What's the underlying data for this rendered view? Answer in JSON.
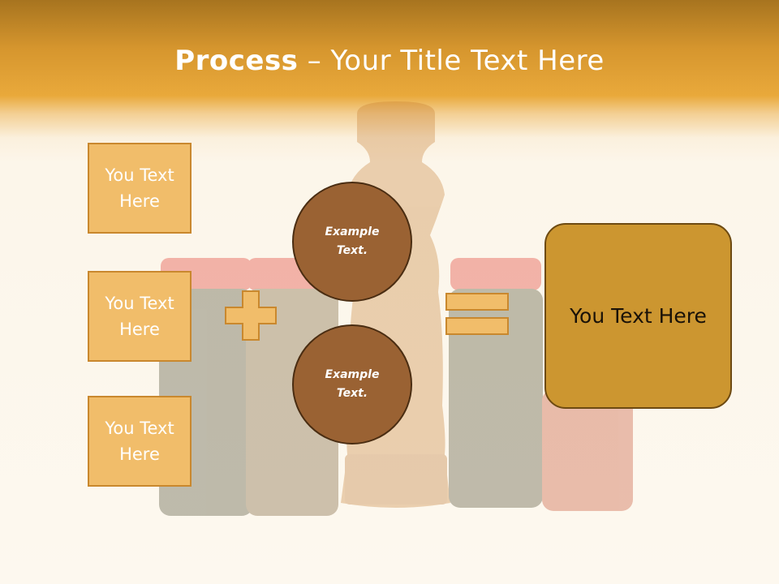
{
  "slide": {
    "title_bold": "Process",
    "title_rest": " – Your Title Text Here",
    "left_boxes": [
      "You Text\nHere",
      "You Text\nHere",
      "You Text\nHere"
    ],
    "circles": [
      "Example\nText.",
      "Example\nText."
    ],
    "result_text": "You Text Here"
  },
  "colors": {
    "header": "#e9a93b",
    "box_fill": "#f1bd6a",
    "circle_fill": "#9a6233",
    "result_fill": "#cc9630"
  },
  "icons": {
    "plus": "plus-sign-icon",
    "equals": "equals-sign-icon"
  }
}
